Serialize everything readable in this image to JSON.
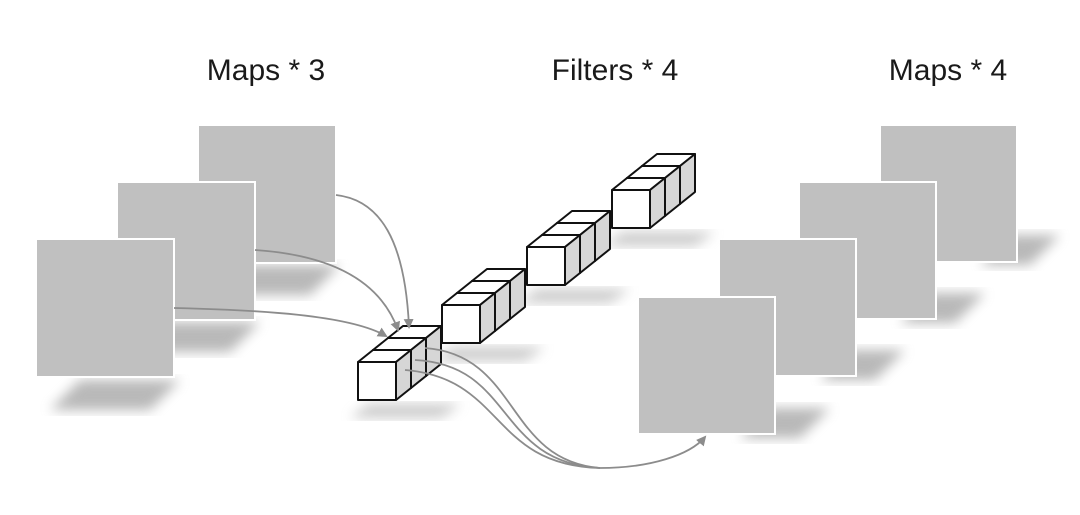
{
  "labels": {
    "input_maps": "Maps * 3",
    "filters": "Filters * 4",
    "output_maps": "Maps * 4"
  },
  "colors": {
    "map_fill": "#c0c0c0",
    "cube_stroke": "#111111",
    "arrow_stroke": "#8c8c8c"
  }
}
